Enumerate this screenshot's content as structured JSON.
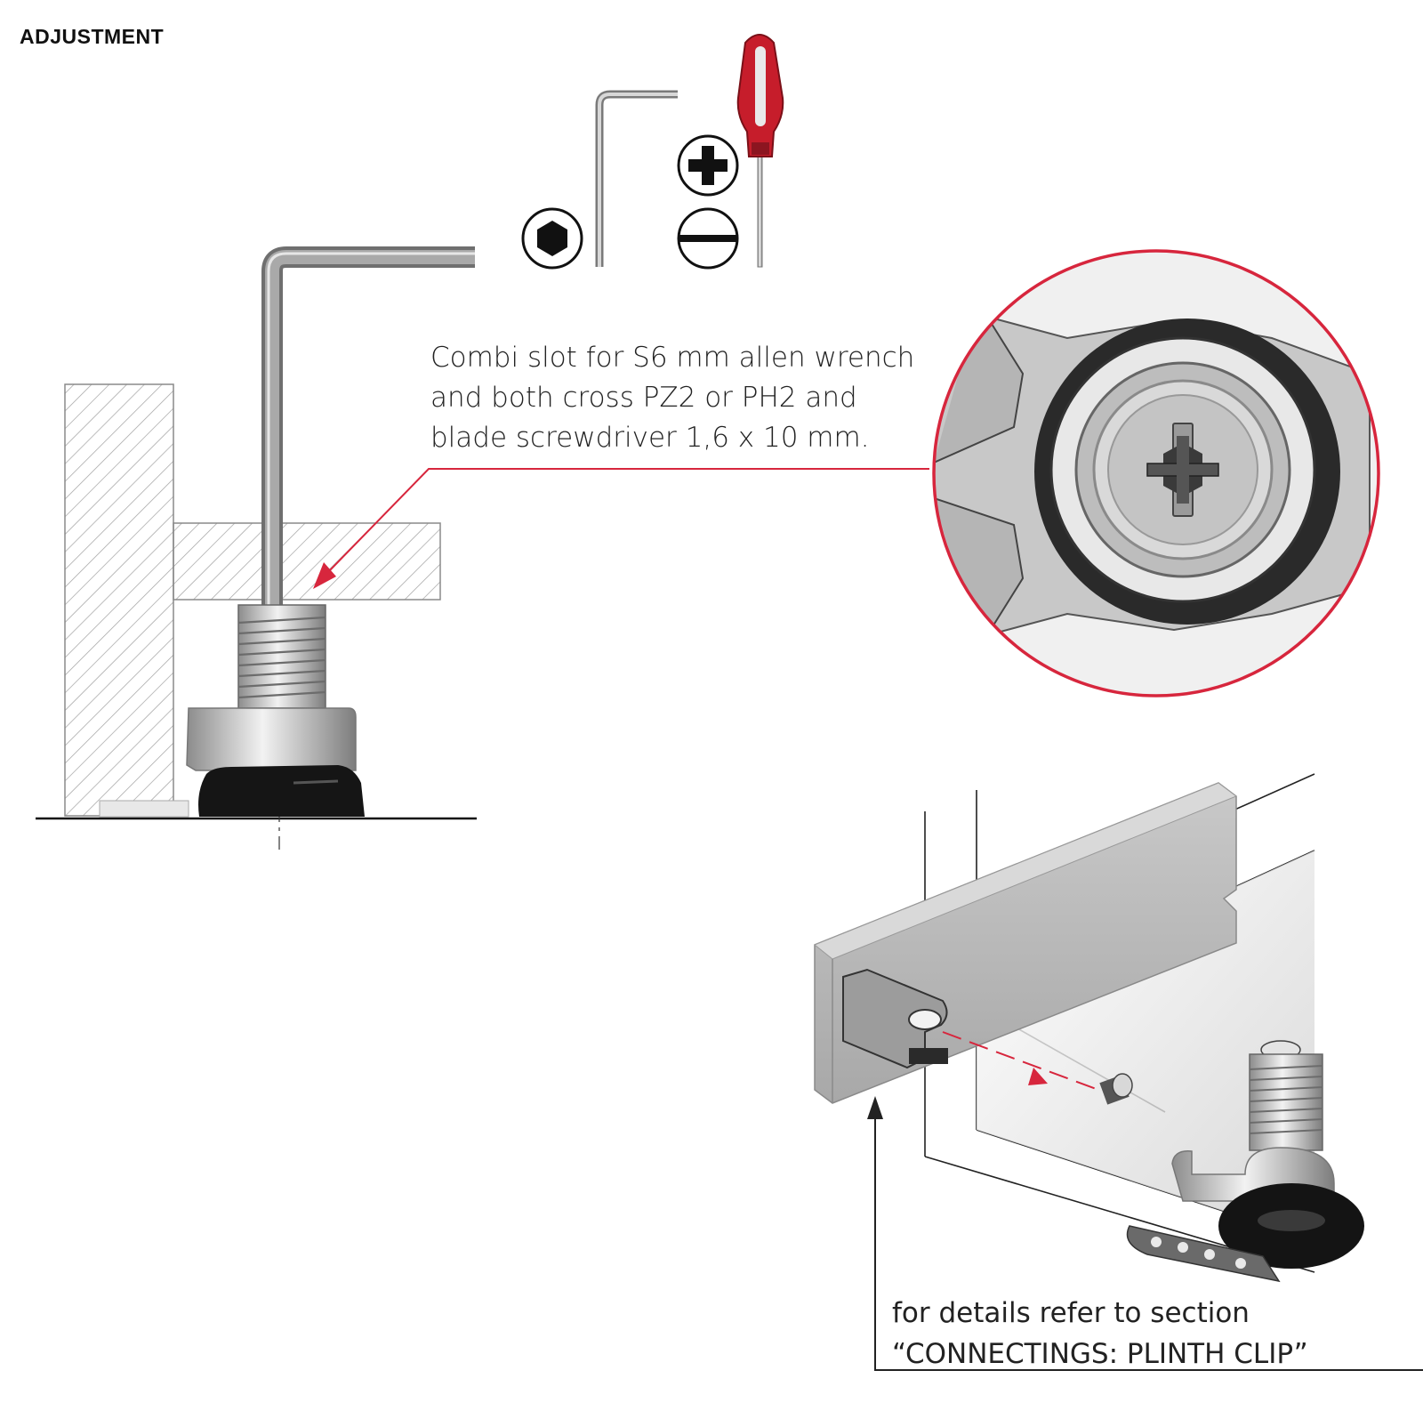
{
  "heading": "ADJUSTMENT",
  "callout": {
    "lines": [
      "Combi slot for S6 mm allen wrench",
      "and both cross PZ2 or PH2 and",
      "blade screwdriver 1,6 x 10 mm."
    ]
  },
  "reference": {
    "lines": [
      "for details refer to section",
      "“CONNECTINGS: PLINTH CLIP”"
    ]
  },
  "colors": {
    "accent": "#d7263d",
    "ink": "#222222",
    "metal": "#9a9a9a",
    "hatch": "#9a9a9a",
    "foot": "#111111"
  },
  "icons": [
    "hex-socket-icon",
    "phillips-cross-icon",
    "slot-blade-icon",
    "allen-wrench-icon",
    "screwdriver-icon"
  ]
}
